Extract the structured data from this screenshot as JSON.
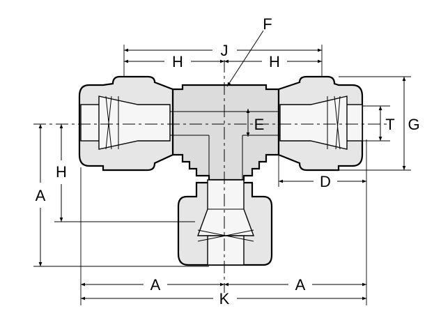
{
  "drawing": {
    "labels": {
      "J": "J",
      "F": "F",
      "H_left": "H",
      "H_right": "H",
      "E": "E",
      "T": "T",
      "G": "G",
      "D": "D",
      "H_vertical": "H",
      "A_vertical": "A",
      "A_bottom_left": "A",
      "A_bottom_right": "A",
      "K": "K"
    }
  }
}
